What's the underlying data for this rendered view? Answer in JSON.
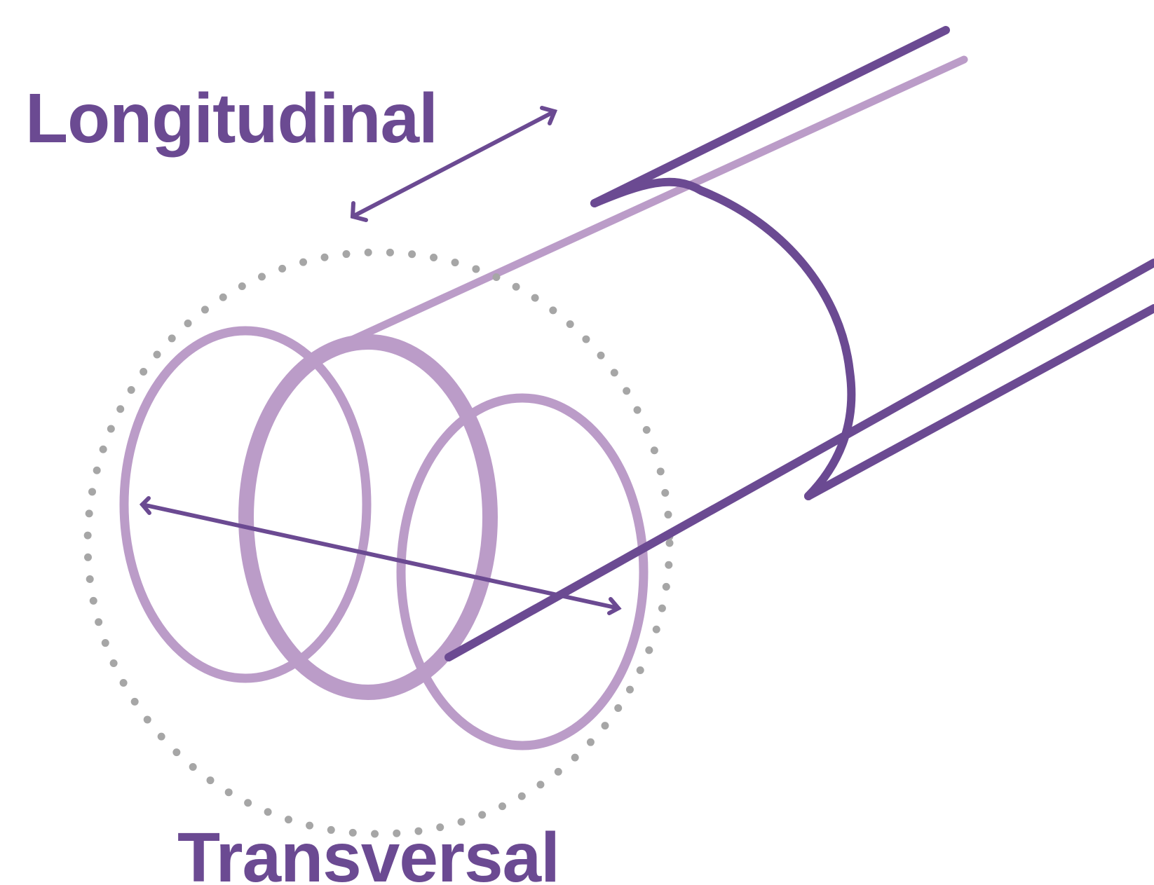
{
  "labels": {
    "longitudinal": "Longitudinal",
    "transversal": "Transversal"
  },
  "colors": {
    "dark_purple": "#6b4a92",
    "light_purple": "#bb9cc8",
    "dot_gray": "#a6a6a6",
    "text": "#6b4a92",
    "background": "#ffffff"
  },
  "elements": {
    "cylinder": "cylinder-tube-outline",
    "rings": [
      "ring-left",
      "ring-middle",
      "ring-right"
    ],
    "boundary": "dotted-circle",
    "arrows": [
      "longitudinal-arrow",
      "transversal-arrow"
    ]
  }
}
